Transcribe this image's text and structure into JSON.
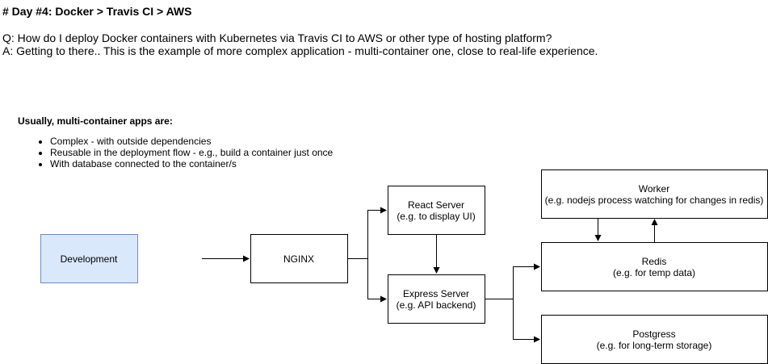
{
  "heading": "# Day #4: Docker > Travis CI > AWS",
  "question": "Q: How do I deploy Docker containers with Kubernetes via Travis CI to AWS or other type of hosting platform?",
  "answer": "A: Getting to there.. This is the example of more complex application - multi-container one, close to real-life experience.",
  "subheading": "Usually, multi-container apps are:",
  "bullets": [
    "Complex - with outside dependencies",
    "Reusable in the deployment flow - e.g., build a container just once",
    "With database connected to the container/s"
  ],
  "nodes": {
    "development": {
      "title": "Development",
      "fill": "#dae8fc",
      "stroke": "#6c8ebf"
    },
    "nginx": {
      "title": "NGINX"
    },
    "react": {
      "title": "React Server",
      "subtitle": "(e.g. to display UI)"
    },
    "express": {
      "title": "Express Server",
      "subtitle": "(e.g. API backend)"
    },
    "worker": {
      "title": "Worker",
      "subtitle": "(e.g. nodejs process watching for changes in redis)"
    },
    "redis": {
      "title": "Redis",
      "subtitle": "(e.g. for temp data)"
    },
    "postgres": {
      "title": "Postgress",
      "subtitle": "(e.g. for long-term storage)"
    }
  }
}
